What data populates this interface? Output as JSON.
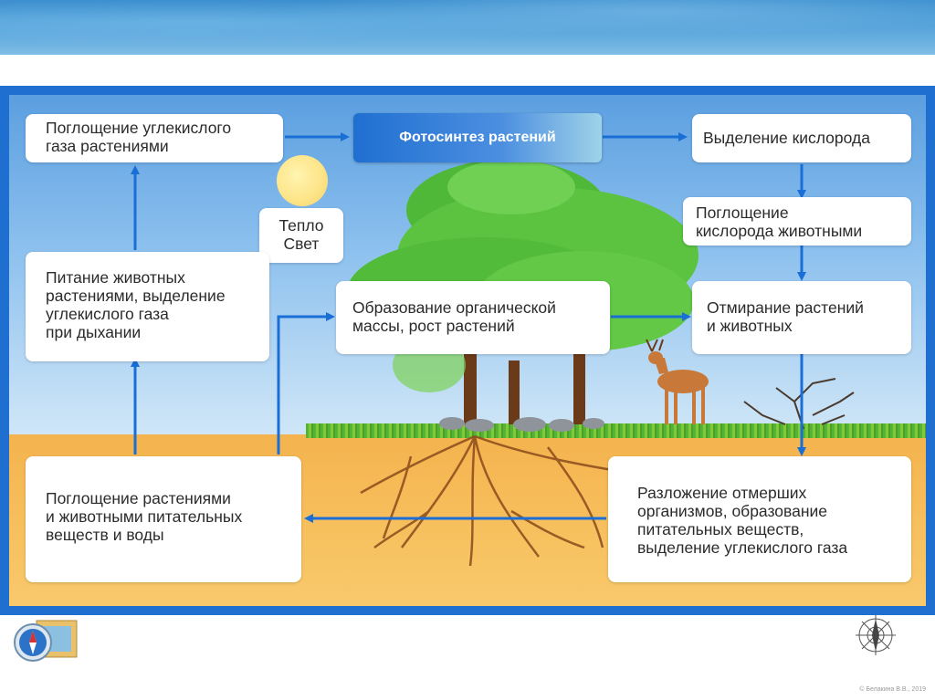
{
  "diagram": {
    "boxes": {
      "co2_absorption": "Поглощение углекислого\nгаза растениями",
      "photosynthesis": "Фотосинтез растений",
      "oxygen_release": "Выделение кислорода",
      "oxygen_absorption": "Поглощение\nкислорода животными",
      "dying": "Отмирание растений\nи животных",
      "organic_mass": "Образование органической\nмассы, рост растений",
      "heat_light": "Тепло\nСвет",
      "feeding": "Питание животных\nрастениями, выделение\nуглекислого газа\nпри дыхании",
      "nutrient_absorption": "Поглощение растениями\nи животными питательных\nвеществ и воды",
      "decomposition": "Разложение отмерших\nорганизмов, образование\nпитательных веществ,\nвыделение углекислого газа"
    },
    "colors": {
      "frame": "#1f6fd1",
      "arrow": "#1a6fd6",
      "soil": "#f4b34e",
      "grass": "#58b332",
      "tree": "#5cc341"
    }
  },
  "footer": {
    "copyright": "© Белакина В.В., 2019"
  }
}
